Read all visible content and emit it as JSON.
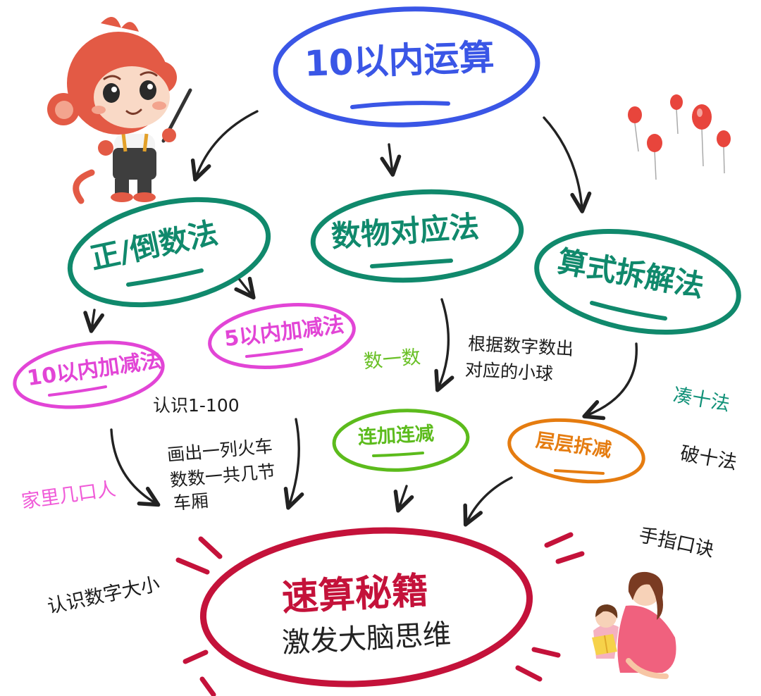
{
  "diagram": {
    "title": "10以内运算",
    "methods": {
      "zhengdao": "正/倒数法",
      "shuwu": "数物对应法",
      "suanshi": "算式拆解法"
    },
    "subs": {
      "add10": "10以内加减法",
      "add5": "5以内加减法",
      "lianjia": "连加连减",
      "cengceng": "层层拆减"
    },
    "notes": {
      "renshi100": "认识1-100",
      "huochelines": [
        "画出一列火车",
        "数数一共几节",
        "车厢"
      ],
      "jiali": "家里几口人",
      "shuyishu": "数一数",
      "genjulines": [
        "根据数字数出",
        "对应的小球"
      ],
      "couten": "凑十法",
      "poten": "破十法",
      "shouzhi": "手指口诀",
      "renshidaxiao": "认识数字大小"
    },
    "center": {
      "title": "速算秘籍",
      "subtitle": "激发大脑思维"
    }
  },
  "colors": {
    "blue": "#3a56e6",
    "teal": "#10896c",
    "pink": "#e245d6",
    "green": "#5cbb1c",
    "orange": "#e57c10",
    "crimson": "#c4123a",
    "balloon": "#e8453c",
    "monkey": "#e35a45"
  },
  "icons": {
    "monkey": "monkey-teacher-mascot",
    "balloons": "red-balloons",
    "reading": "mother-and-child-reading"
  }
}
